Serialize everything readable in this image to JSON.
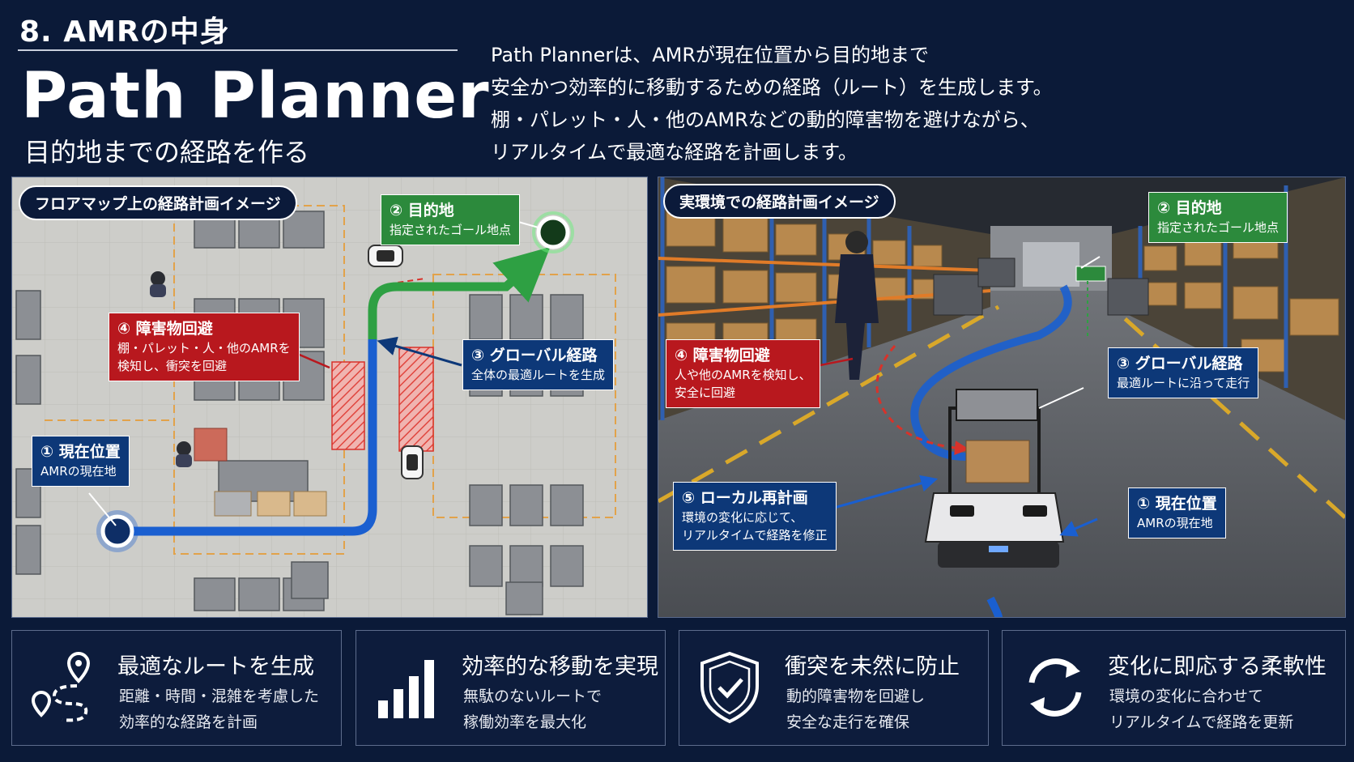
{
  "header": {
    "section": "8. AMRの中身",
    "title": "Path Planner",
    "subtitle": "目的地までの経路を作る",
    "description": [
      "Path Plannerは、AMRが現在位置から目的地まで",
      "安全かつ効率的に移動するための経路（ルート）を生成します。",
      "棚・パレット・人・他のAMRなどの動的障害物を避けながら、",
      "リアルタイムで最適な経路を計画します。"
    ]
  },
  "floor_map": {
    "tag": "フロアマップ上の経路計画イメージ",
    "callouts": {
      "goal": {
        "title": "② 目的地",
        "sub": [
          "指定されたゴール地点"
        ]
      },
      "obstacle": {
        "title": "④ 障害物回避",
        "sub": [
          "棚・パレット・人・他のAMRを",
          "検知し、衝突を回避"
        ]
      },
      "global": {
        "title": "③ グローバル経路",
        "sub": [
          "全体の最適ルートを生成"
        ]
      },
      "current": {
        "title": "① 現在位置",
        "sub": [
          "AMRの現在地"
        ]
      }
    }
  },
  "real_env": {
    "tag": "実環境での経路計画イメージ",
    "callouts": {
      "goal": {
        "title": "② 目的地",
        "sub": [
          "指定されたゴール地点"
        ]
      },
      "obstacle": {
        "title": "④ 障害物回避",
        "sub": [
          "人や他のAMRを検知し、",
          "安全に回避"
        ]
      },
      "global": {
        "title": "③ グローバル経路",
        "sub": [
          "最適ルートに沿って走行"
        ]
      },
      "local": {
        "title": "⑤ ローカル再計画",
        "sub": [
          "環境の変化に応じて、",
          "リアルタイムで経路を修正"
        ]
      },
      "current": {
        "title": "① 現在位置",
        "sub": [
          "AMRの現在地"
        ]
      }
    }
  },
  "features": [
    {
      "icon": "route-map-icon",
      "title": "最適なルートを生成",
      "lines": [
        "距離・時間・混雑を考慮した",
        "効率的な経路を計画"
      ]
    },
    {
      "icon": "bar-chart-icon",
      "title": "効率的な移動を実現",
      "lines": [
        "無駄のないルートで",
        "稼働効率を最大化"
      ]
    },
    {
      "icon": "shield-check-icon",
      "title": "衝突を未然に防止",
      "lines": [
        "動的障害物を回避し",
        "安全な走行を確保"
      ]
    },
    {
      "icon": "refresh-icon",
      "title": "変化に即応する柔軟性",
      "lines": [
        "環境の変化に合わせて",
        "リアルタイムで経路を更新"
      ]
    }
  ],
  "colors": {
    "background": "#0b1a38",
    "goal_green": "#2c8a3c",
    "obstacle_red": "#b8181e",
    "path_blue": "#1a5fd0",
    "callout_blue": "#0d3878"
  }
}
